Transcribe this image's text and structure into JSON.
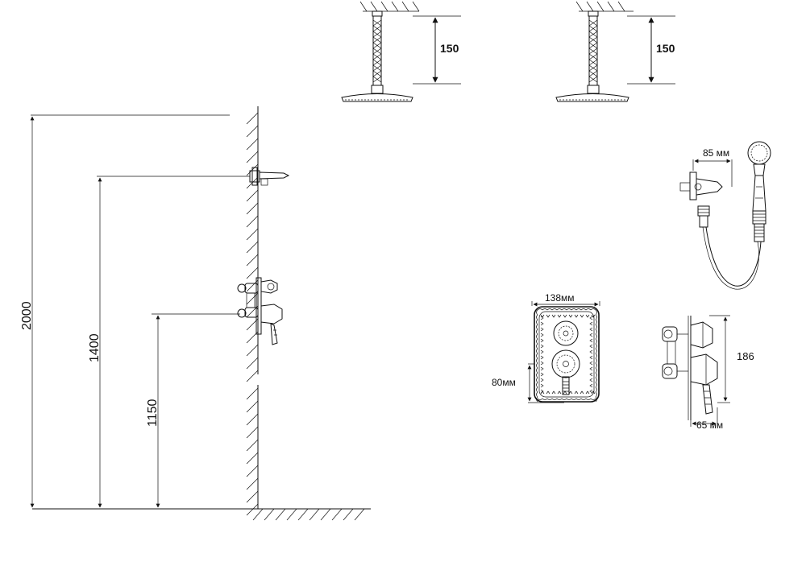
{
  "dimensions": {
    "shower_arm_left": "150",
    "shower_arm_right": "150",
    "height_total": "2000",
    "height_head_arm": "1400",
    "height_mixer": "1150",
    "wall_outlet_depth": "85 мм",
    "mixer_plate_width": "138мм",
    "mixer_plate_offset": "80мм",
    "mixer_body_height": "186",
    "mixer_body_depth": "65 мм"
  }
}
